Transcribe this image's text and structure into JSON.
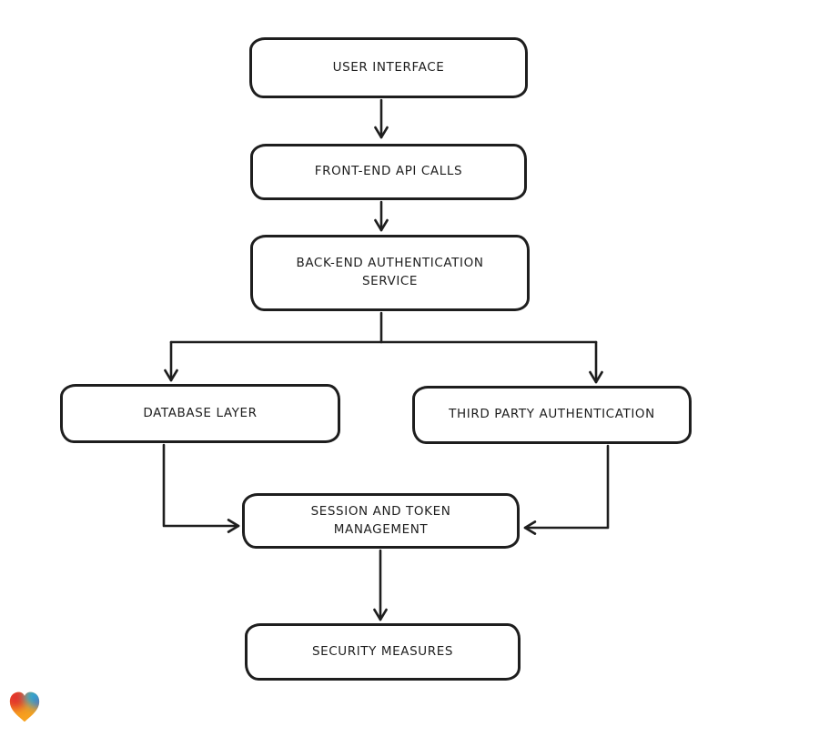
{
  "page": {
    "background_color": "#ffffff"
  },
  "diagram": {
    "type": "flowchart",
    "style": {
      "stroke_color": "#1e1e1e",
      "node_fill": "#ffffff",
      "text_color": "#1e1e1e"
    },
    "nodes": [
      {
        "id": "user-interface",
        "label": "USER INTERFACE"
      },
      {
        "id": "front-end-api-calls",
        "label": "FRONT-END API CALLS"
      },
      {
        "id": "back-end-authentication-service",
        "label": "BACK-END AUTHENTICATION SERVICE"
      },
      {
        "id": "database-layer",
        "label": "DATABASE LAYER"
      },
      {
        "id": "third-party-authentication",
        "label": "THIRD PARTY AUTHENTICATION"
      },
      {
        "id": "session-and-token-management",
        "label": "SESSION AND TOKEN MANAGEMENT"
      },
      {
        "id": "security-measures",
        "label": "SECURITY MEASURES"
      }
    ],
    "edges": [
      {
        "from": "user-interface",
        "to": "front-end-api-calls"
      },
      {
        "from": "front-end-api-calls",
        "to": "back-end-authentication-service"
      },
      {
        "from": "back-end-authentication-service",
        "to": "database-layer"
      },
      {
        "from": "back-end-authentication-service",
        "to": "third-party-authentication"
      },
      {
        "from": "database-layer",
        "to": "session-and-token-management"
      },
      {
        "from": "third-party-authentication",
        "to": "session-and-token-management"
      },
      {
        "from": "session-and-token-management",
        "to": "security-measures"
      }
    ],
    "logo": {
      "name": "heart-logo",
      "colors": {
        "red": "#e3342c",
        "blue": "#28a7d7",
        "deep_blue": "#3b5fd9",
        "orange": "#f6a11f"
      }
    }
  }
}
